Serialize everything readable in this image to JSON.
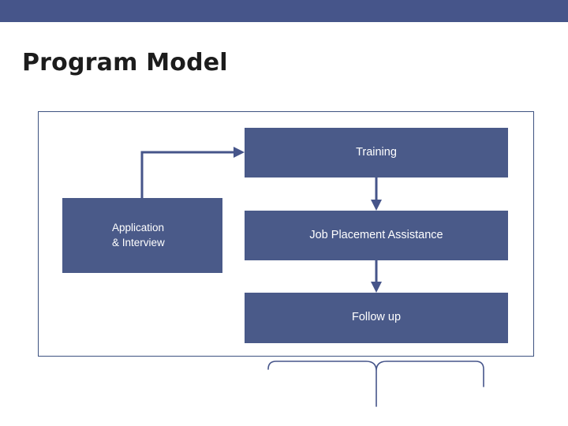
{
  "slide": {
    "title": "Program Model",
    "accent_color": "#46558a",
    "box_color": "#4a5a89",
    "frame_border_color": "#3d5280",
    "background": "#ffffff"
  },
  "diagram": {
    "boxes": [
      {
        "id": "training",
        "label": "Training"
      },
      {
        "id": "job_placement",
        "label": "Job Placement Assistance"
      },
      {
        "id": "follow_up",
        "label": "Follow up"
      },
      {
        "id": "application",
        "label": "Application\n& Interview"
      }
    ],
    "connectors": [
      {
        "id": "application-to-training",
        "type": "elbow-arrow"
      },
      {
        "id": "training-to-job-placement",
        "type": "down-arrow"
      },
      {
        "id": "job-placement-to-follow-up",
        "type": "down-arrow"
      },
      {
        "id": "follow-up-brace",
        "type": "curly-brace"
      }
    ]
  }
}
